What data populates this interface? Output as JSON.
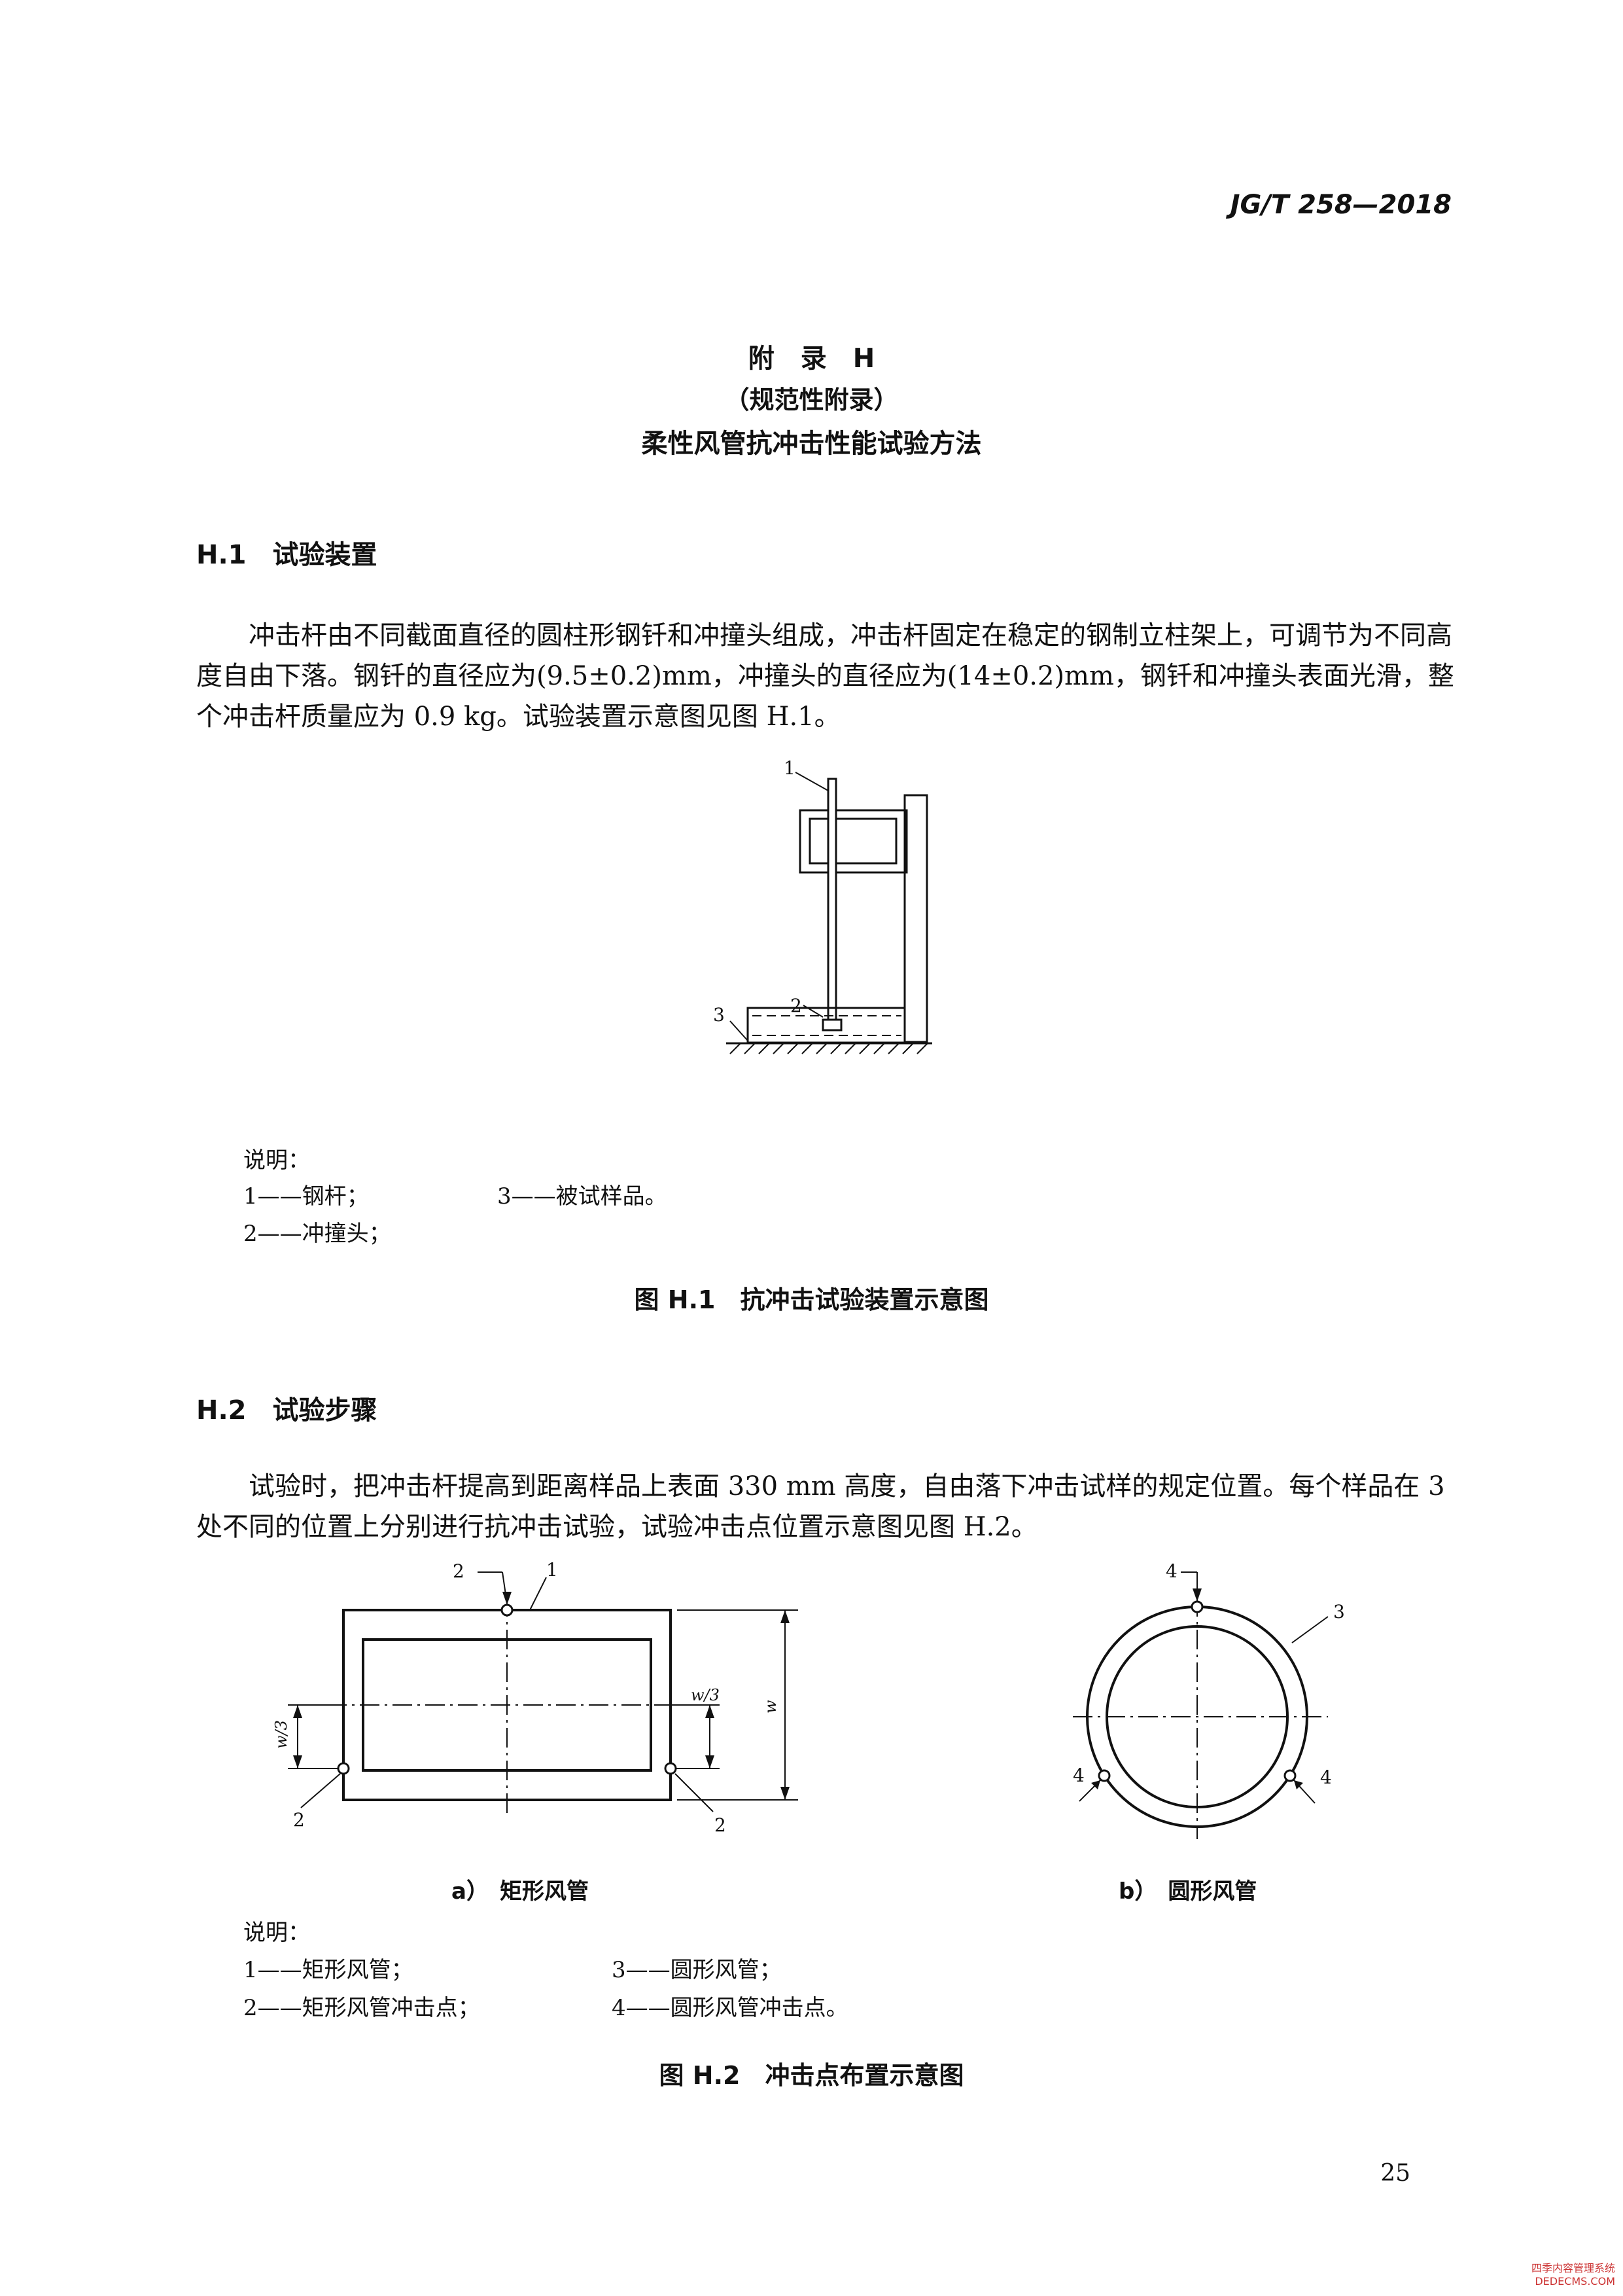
{
  "header": {
    "standard_code": "JG/T 258—2018"
  },
  "appendix": {
    "title": "附　录　H",
    "subtitle": "（规范性附录）",
    "name": "柔性风管抗冲击性能试验方法"
  },
  "section1": {
    "heading": "H.1　试验装置",
    "paragraph": "冲击杆由不同截面直径的圆柱形钢钎和冲撞头组成，冲击杆固定在稳定的钢制立柱架上，可调节为不同高度自由下落。钢钎的直径应为(9.5±0.2)mm，冲撞头的直径应为(14±0.2)mm，钢钎和冲撞头表面光滑，整个冲击杆质量应为 0.9 kg。试验装置示意图见图 H.1。"
  },
  "figure1": {
    "labels": [
      "1",
      "2",
      "3"
    ],
    "legend_heading": "说明：",
    "legend": [
      "1——钢杆；",
      "3——被试样品。",
      "2——冲撞头；"
    ],
    "caption": "图 H.1　抗冲击试验装置示意图"
  },
  "section2": {
    "heading": "H.2　试验步骤",
    "paragraph": "试验时，把冲击杆提高到距离样品上表面 330 mm 高度，自由落下冲击试样的规定位置。每个样品在 3 处不同的位置上分别进行抗冲击试验，试验冲击点位置示意图见图 H.2。"
  },
  "figure2": {
    "rect_labels": {
      "top_point": "2",
      "duct": "1",
      "left_point": "2",
      "right_point": "2",
      "w_third_left": "w/3",
      "w_third_right": "w/3",
      "w": "w"
    },
    "round_labels": {
      "top_point": "4",
      "duct": "3",
      "left_point": "4",
      "right_point": "4"
    },
    "sub_caption_a": "a）　矩形风管",
    "sub_caption_b": "b）　圆形风管",
    "legend_heading": "说明：",
    "legend": [
      "1——矩形风管；",
      "3——圆形风管；",
      "2——矩形风管冲击点；",
      "4——圆形风管冲击点。"
    ],
    "caption": "图 H.2　冲击点布置示意图"
  },
  "page_number": "25",
  "watermark": {
    "line1": "四季内容管理系统",
    "line2": "DEDECMS.COM"
  }
}
